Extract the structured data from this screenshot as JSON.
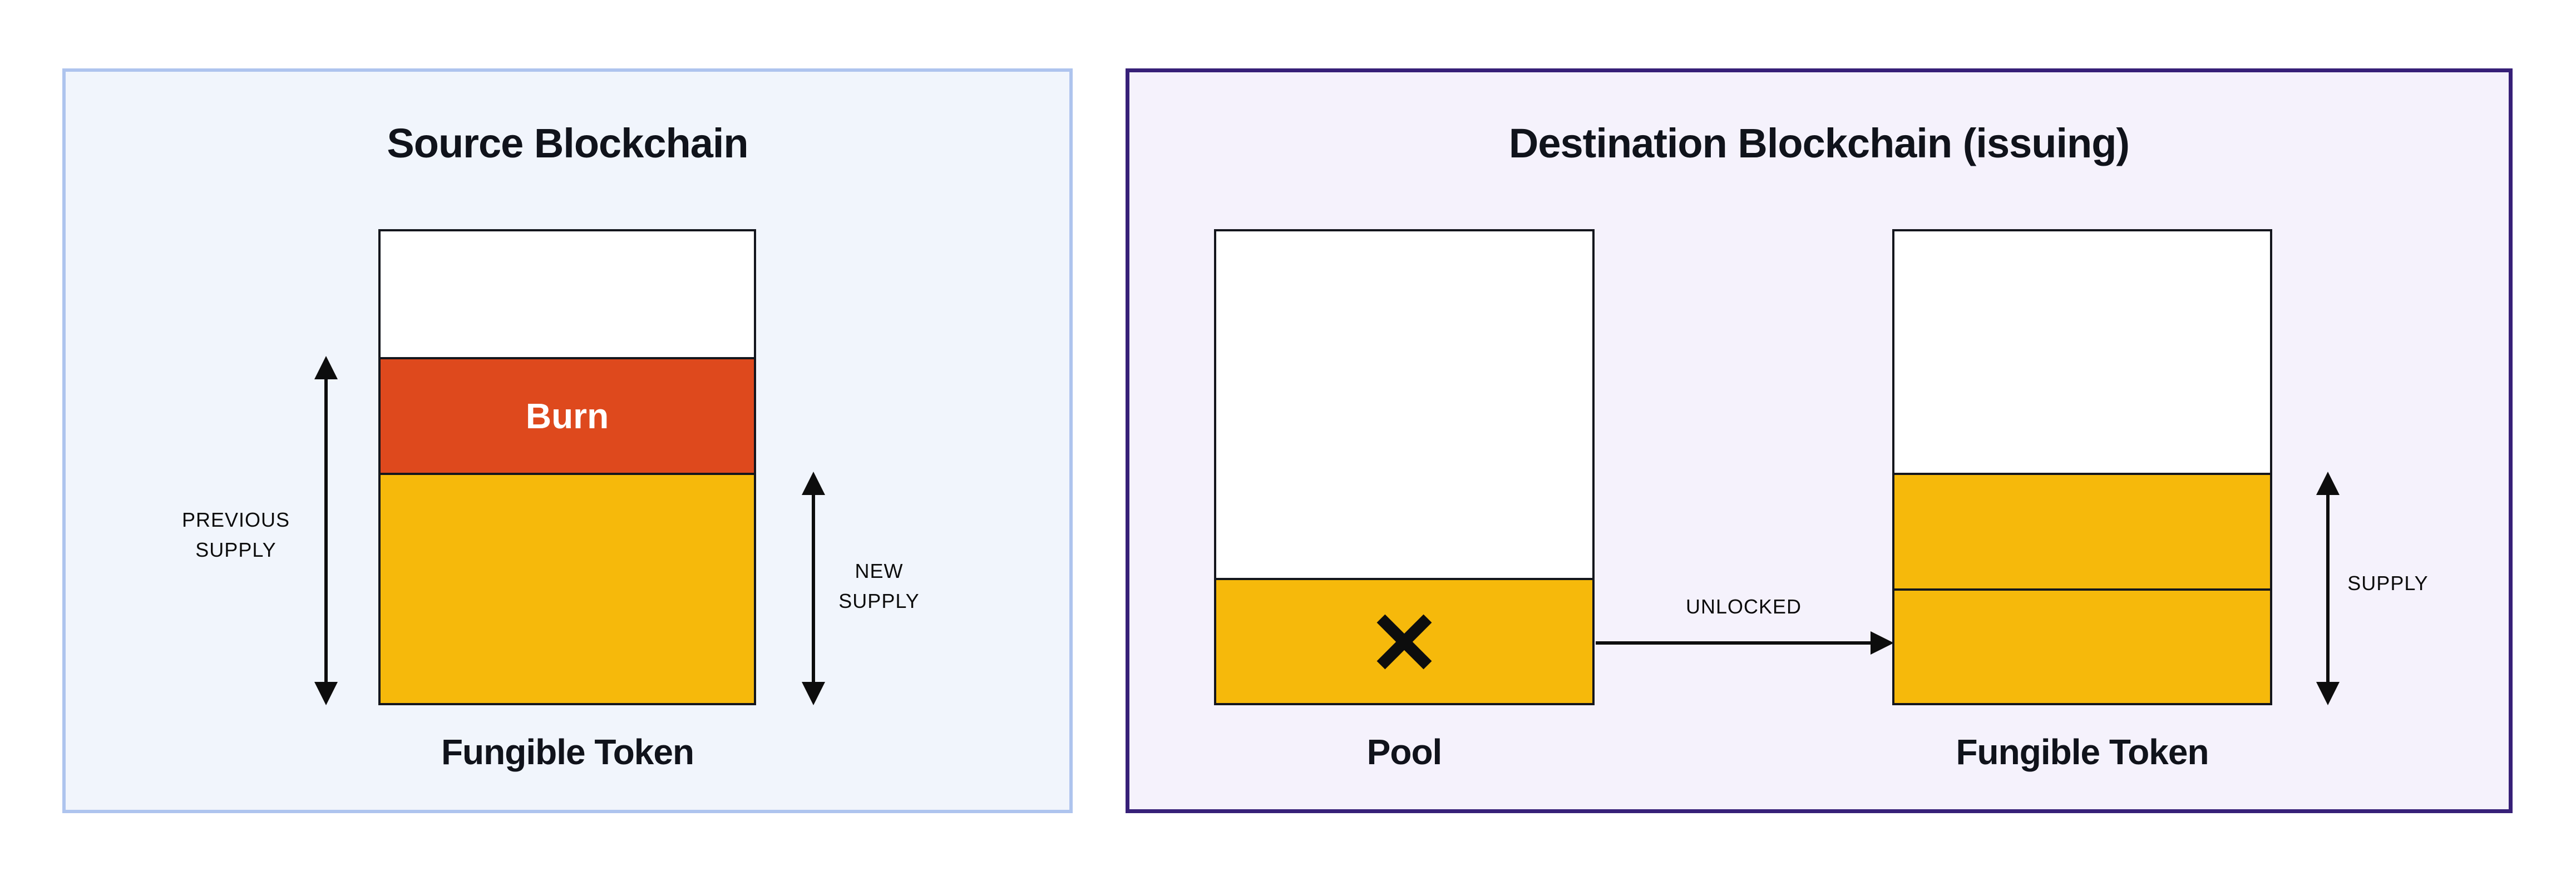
{
  "colors": {
    "canvas_bg": "#ffffff",
    "source_panel_bg": "#f1f5fc",
    "source_panel_border": "#aec4ee",
    "destination_panel_bg": "#f5f2fc",
    "destination_panel_border": "#372078",
    "bar_bg": "#ffffff",
    "bar_border": "#14161d",
    "burn_fill": "#de491d",
    "token_fill": "#f6b90b",
    "ink": "#10131b",
    "label_ink": "#0c0c0c",
    "arrow_ink": "#0d0d0d",
    "burn_text": "#ffffff"
  },
  "icons": {
    "pool_cross": "x-icon",
    "previous_supply": "double-headed-vertical-arrow",
    "new_supply": "double-headed-vertical-arrow",
    "supply": "double-headed-vertical-arrow",
    "unlocked": "right-arrow"
  },
  "source_panel": {
    "title": "Source Blockchain",
    "burn_label": "Burn",
    "previous_supply_label": "PREVIOUS SUPPLY",
    "new_supply_label": "NEW SUPPLY",
    "bar_caption": "Fungible Token"
  },
  "destination_panel": {
    "title": "Destination Blockchain (issuing)",
    "unlocked_label": "UNLOCKED",
    "supply_label": "SUPPLY",
    "pool_caption": "Pool",
    "token_caption": "Fungible Token"
  }
}
